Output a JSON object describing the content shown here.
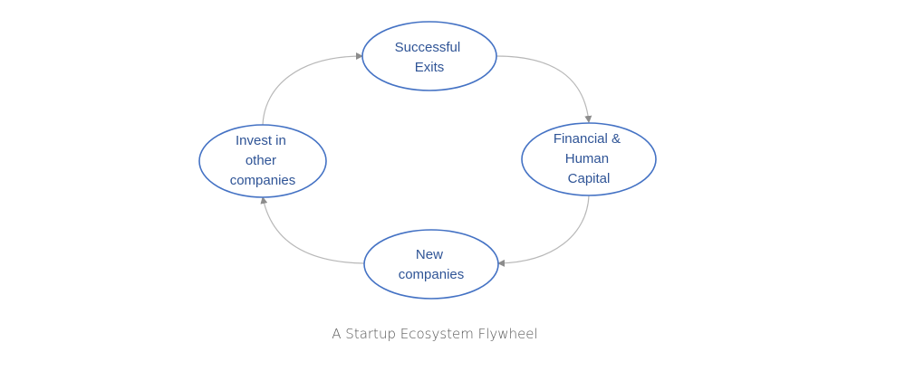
{
  "diagram": {
    "nodes": {
      "exits": {
        "line1": "Successful",
        "line2": "Exits"
      },
      "capital": {
        "line1": "Financial &",
        "line2": "Human",
        "line3": "Capital"
      },
      "new_companies": {
        "line1": "New",
        "line2": "companies"
      },
      "invest": {
        "line1": "Invest in",
        "line2": "other",
        "line3": "companies"
      }
    },
    "colors": {
      "node_border": "#4472c4",
      "node_text": "#2f5496",
      "connector": "#b8b8b8",
      "arrowhead": "#8c8c8c",
      "caption": "#555555"
    }
  },
  "caption": "A Startup Ecosystem Flywheel"
}
